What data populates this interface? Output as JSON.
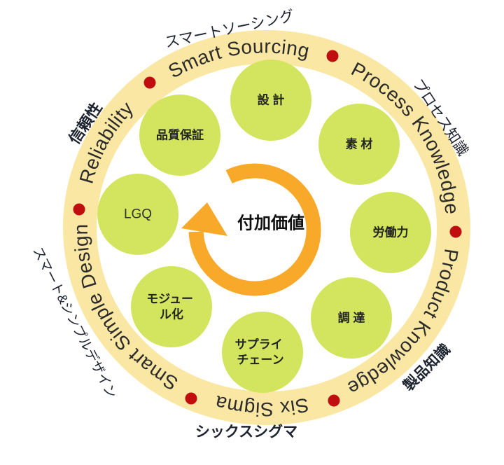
{
  "diagram": {
    "center_label": "付加価値",
    "segments": [
      {
        "en": "Reliability",
        "jp": "信頼性"
      },
      {
        "en": "Smart Sourcing",
        "jp": "スマートソーシング"
      },
      {
        "en": "Process Knowledge",
        "jp": "プロセス知識"
      },
      {
        "en": "Product Knowledge",
        "jp": "製品知識"
      },
      {
        "en": "Six Sigma",
        "jp": "シックスシグマ"
      },
      {
        "en": "Smart Simple Design",
        "jp": "スマート&シンプルデザイン"
      }
    ],
    "circles": [
      {
        "label": "品質保証"
      },
      {
        "label": "設 計"
      },
      {
        "label": "素 材"
      },
      {
        "label": "労働力"
      },
      {
        "label": "調 達"
      },
      {
        "lines": [
          "サプライ",
          "チェーン"
        ]
      },
      {
        "lines": [
          "モジュー",
          "ル化"
        ]
      },
      {
        "label": "LGQ"
      }
    ],
    "colors": {
      "ring_yellow": "#FAE7A3",
      "circle_green": "#D3E55F",
      "arrow_orange": "#F8A929",
      "dot_red": "#C00D0D"
    }
  }
}
